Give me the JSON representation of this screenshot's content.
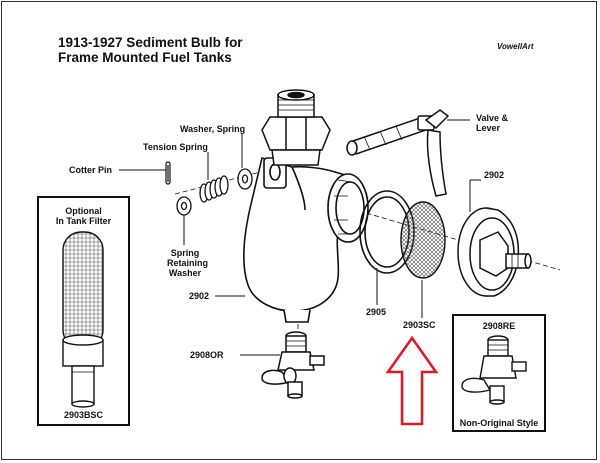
{
  "title": {
    "line1": "1913-1927 Sediment Bulb for",
    "line2": "Frame Mounted Fuel Tanks"
  },
  "watermark": "VowellArt",
  "labels": {
    "washer_spring": "Washer, Spring",
    "tension_spring": "Tension Spring",
    "cotter_pin": "Cotter Pin",
    "valve_lever_1": "Valve &",
    "valve_lever_2": "Lever",
    "spring_retaining_1": "Spring",
    "spring_retaining_2": "Retaining",
    "spring_retaining_3": "Washer",
    "bulb": "2902",
    "cap": "2902",
    "gasket": "2905",
    "screen": "2903SC",
    "drain_cock": "2908OR"
  },
  "filter_box": {
    "title_line1": "Optional",
    "title_line2": "In Tank Filter",
    "part_number": "2903BSC"
  },
  "replacement_box": {
    "part_number": "2908RE",
    "caption": "Non-Original Style"
  },
  "colors": {
    "ink": "#111111",
    "highlight_arrow": "#d0202a",
    "mesh": "#555555"
  },
  "icons": {
    "arrow": "up-arrow-icon"
  }
}
